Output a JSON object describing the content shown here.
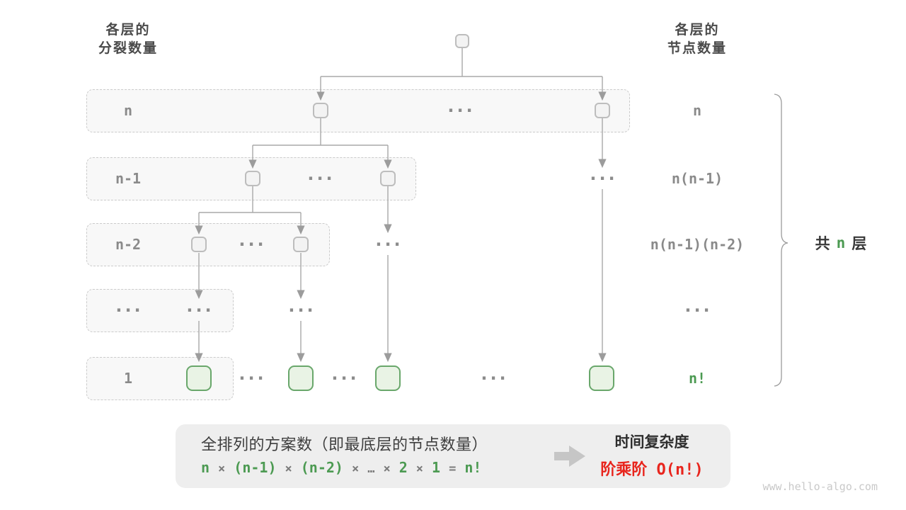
{
  "header": {
    "left": {
      "line1": "各层的",
      "line2": "分裂数量"
    },
    "right": {
      "line1": "各层的",
      "line2": "节点数量"
    }
  },
  "rows": [
    {
      "split": "n",
      "count": "n"
    },
    {
      "split": "n-1",
      "count": "n(n-1)"
    },
    {
      "split": "n-2",
      "count": "n(n-1)(n-2)"
    },
    {
      "split": "···",
      "count": "···"
    },
    {
      "split": "1",
      "count": "n!"
    }
  ],
  "ellipsis": "···",
  "brace": {
    "prefix": "共",
    "var": "n",
    "suffix": "层"
  },
  "summary": {
    "caption": "全排列的方案数（即最底层的节点数量）",
    "formula": [
      {
        "t": "n"
      },
      {
        "t": "×"
      },
      {
        "t": "(n-1)"
      },
      {
        "t": "×"
      },
      {
        "t": "(n-2)"
      },
      {
        "t": "×"
      },
      {
        "t": "…"
      },
      {
        "t": "×"
      },
      {
        "t": "2"
      },
      {
        "t": "×"
      },
      {
        "t": "1"
      },
      {
        "t": "="
      },
      {
        "t": "n!"
      }
    ],
    "result_title": "时间复杂度",
    "result_value": "阶乘阶 O(n!)"
  },
  "watermark": "www.hello-algo.com",
  "colors": {
    "green": "#4c9a52",
    "red": "#e8251d",
    "node_green_border": "#69a76b",
    "node_green_fill": "#e9f3e5",
    "gray_text": "#8a8a8a",
    "line_gray": "#a9a9a9"
  }
}
